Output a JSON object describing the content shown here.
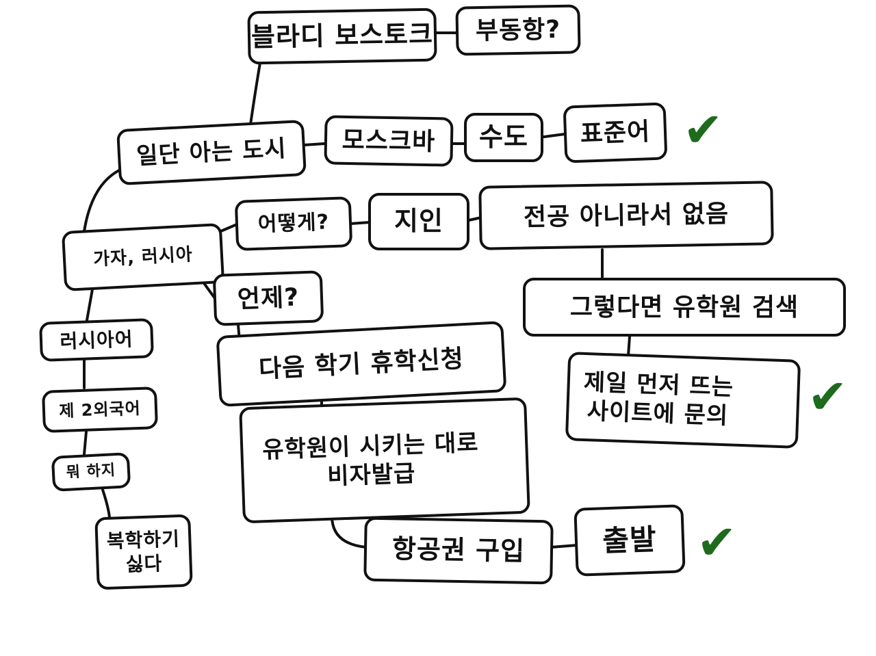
{
  "nodes": {
    "vladivostok": "블라디 보스토크",
    "free_port": "부동항?",
    "known_city": "일단 아는 도시",
    "moscow": "모스크바",
    "capital": "수도",
    "standard_lang": "표준어",
    "how": "어떻게?",
    "acquaintance": "지인",
    "not_major": "전공 아니라서  없음",
    "go_russia": "가자, 러시아",
    "when": "언제?",
    "search_agency": "그렇다면 유학원 검색",
    "russian": "러시아어",
    "leave_apply": "다음 학기  휴학신청",
    "first_site": "제일 먼저 뜨는\n     사이트에 문의",
    "second_lang": "제 2외국어",
    "what_do": "뭐 하지",
    "visa": "유학원이 시키는 대로\n  비자발급",
    "return_school": "복학하기\n싫다",
    "ticket": "항공권 구입",
    "depart": "출발"
  },
  "checkmark_color": "#1e6b1e"
}
